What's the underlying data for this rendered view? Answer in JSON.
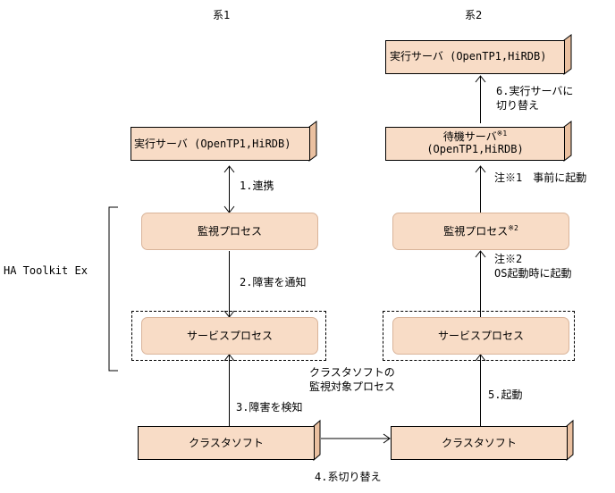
{
  "headers": {
    "system1": "系1",
    "system2": "系2"
  },
  "side_label": "HA Toolkit Ex",
  "system1": {
    "exec_server": "実行サーバ (OpenTP1,HiRDB)",
    "monitor_process": "監視プロセス",
    "service_process": "サービスプロセス",
    "cluster_software": "クラスタソフト"
  },
  "system2": {
    "exec_server": "実行サーバ (OpenTP1,HiRDB)",
    "standby_server_line1": "待機サーバ",
    "standby_server_note": "※1",
    "standby_server_line2": "(OpenTP1,HiRDB)",
    "monitor_process": "監視プロセス",
    "monitor_process_note": "※2",
    "service_process": "サービスプロセス",
    "cluster_software": "クラスタソフト"
  },
  "labels": {
    "step1": "1.連携",
    "step2": "2.障害を通知",
    "step3": "3.障害を検知",
    "step4": "4.系切り替え",
    "step5": "5.起動",
    "step6_line1": "6.実行サーバに",
    "step6_line2": "切り替え",
    "monitored_line1": "クラスタソフトの",
    "monitored_line2": "監視対象プロセス",
    "note1": "注※1　事前に起動",
    "note2_line1": "注※2",
    "note2_line2": "OS起動時に起動"
  }
}
